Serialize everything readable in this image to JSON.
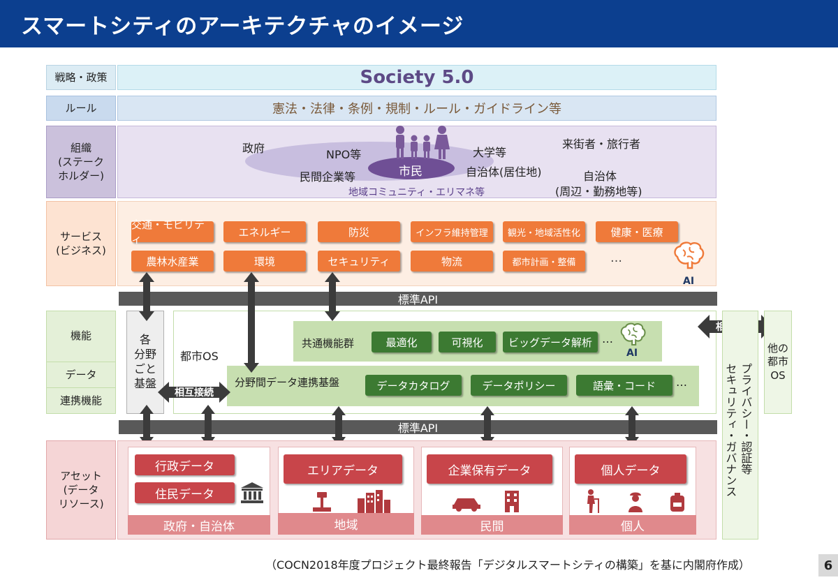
{
  "header": {
    "title": "スマートシティのアーキテクチャのイメージ"
  },
  "rows": {
    "strategy": {
      "label": "戦略・政策",
      "content": "Society 5.0"
    },
    "rule": {
      "label": "ルール",
      "content": "憲法・法律・条例・規制・ルール・ガイドライン等"
    },
    "org": {
      "label": "組織\n(ステーク\nホルダー)",
      "items": {
        "gov": "政府",
        "npo": "NPO等",
        "univ": "大学等",
        "visitors": "来街者・旅行者",
        "private": "民間企業等",
        "citizen": "市民",
        "local": "自治体(居住地)",
        "local2_a": "自治体",
        "local2_b": "(周辺・勤務地等)",
        "community": "地域コミュニティ・エリマネ等"
      }
    },
    "service": {
      "label": "サービス\n(ビジネス)",
      "items": [
        "交通・モビリティ",
        "エネルギー",
        "防災",
        "インフラ維持管理",
        "観光・地域活性化",
        "健康・医療",
        "農林水産業",
        "環境",
        "セキュリティ",
        "物流",
        "都市計画・整備"
      ],
      "ellipsis": "…",
      "ai": "AI"
    },
    "function": {
      "label_function": "機能",
      "label_data": "データ",
      "label_link": "連携機能"
    },
    "asset": {
      "label": "アセット\n(データ\nリソース)"
    }
  },
  "api_top": "標準API",
  "api_bottom": "標準API",
  "city_os": {
    "per_field": "各\n分野\nごと\n基盤",
    "label": "都市OS",
    "common": {
      "label": "共通機能群",
      "items": [
        "最適化",
        "可視化",
        "ビッグデータ解析"
      ],
      "ellipsis": "…",
      "ai": "AI"
    },
    "data_platform": {
      "label": "分野間データ連携基盤",
      "items": [
        "データカタログ",
        "データポリシー",
        "語彙・コード"
      ],
      "ellipsis": "…"
    },
    "mutual_inner": "相互接続",
    "mutual_outer": "相互接続"
  },
  "side": {
    "privacy_a": "プライバシー・認証等",
    "privacy_b": "セキュリティ・ガバナンス",
    "other_os": "他の\n都市\nOS"
  },
  "assets": {
    "gov": {
      "items": [
        "行政データ",
        "住民データ"
      ],
      "footer": "政府・自治体"
    },
    "area": {
      "items": [
        "エリアデータ"
      ],
      "footer": "地域"
    },
    "private": {
      "items": [
        "企業保有データ"
      ],
      "footer": "民間"
    },
    "personal": {
      "items": [
        "個人データ"
      ],
      "footer": "個人"
    }
  },
  "footer": "（COCN2018年度プロジェクト最終報告「デジタルスマートシティの構築」を基に内閣府作成）",
  "page_number": "6",
  "colors": {
    "header": "#0c3f8f",
    "orange": "#ef7a3a",
    "green": "#3c7a32",
    "red": "#c8454a",
    "api": "#595959",
    "purple": "#7a5a9a"
  }
}
